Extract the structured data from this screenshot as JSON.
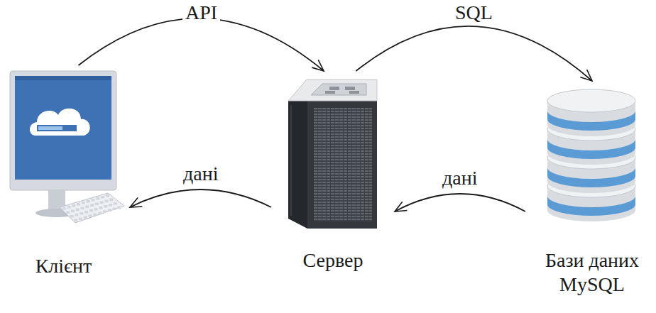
{
  "diagram": {
    "nodes": [
      {
        "text": [
          "Клієнт"
        ]
      },
      {
        "text": [
          "Сервер"
        ]
      },
      {
        "text": [
          "Бази даних MySQL"
        ]
      }
    ],
    "edges": [
      {
        "from": 0,
        "to": 1,
        "label": "API",
        "arrow": "to"
      },
      {
        "from": 1,
        "to": 2,
        "label": "SQL",
        "arrow": "to"
      },
      {
        "from": 2,
        "to": 1,
        "label": "дані",
        "arrow": "to"
      },
      {
        "from": 1,
        "to": 0,
        "label": "дані",
        "arrow": "to"
      }
    ]
  }
}
